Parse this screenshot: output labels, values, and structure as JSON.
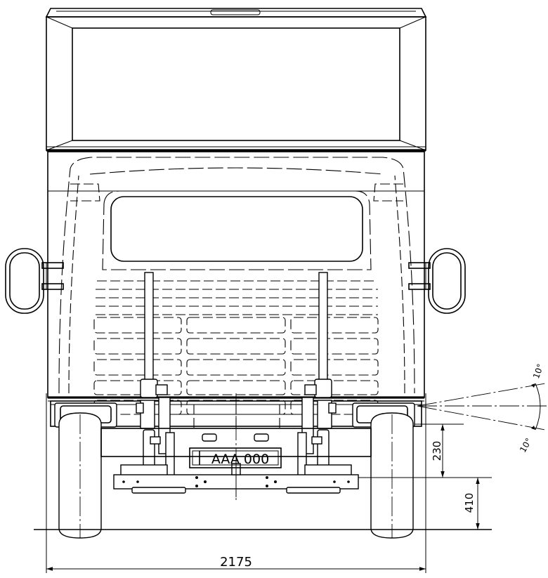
{
  "plate": {
    "text": "AAA 000"
  },
  "dimensions": {
    "overall_width": "2175",
    "step_height": "230",
    "ground_clearance": "410"
  },
  "angles": {
    "upper": "10°",
    "lower": "10°"
  }
}
